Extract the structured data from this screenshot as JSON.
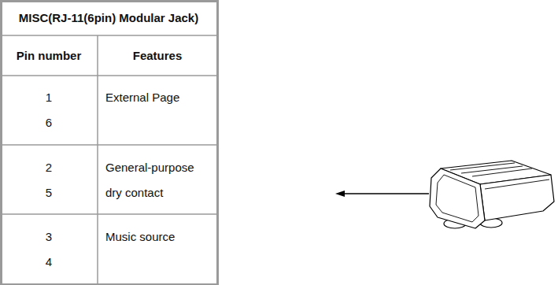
{
  "diagram": {
    "labels": [
      "MISC(RJ-11(6pin) Modular Jack)",
      "Pin number",
      "Features",
      "1",
      "External Page",
      "6",
      "2",
      "General-purpose",
      "5",
      "dry contact",
      "3",
      "Music source",
      "4"
    ]
  }
}
